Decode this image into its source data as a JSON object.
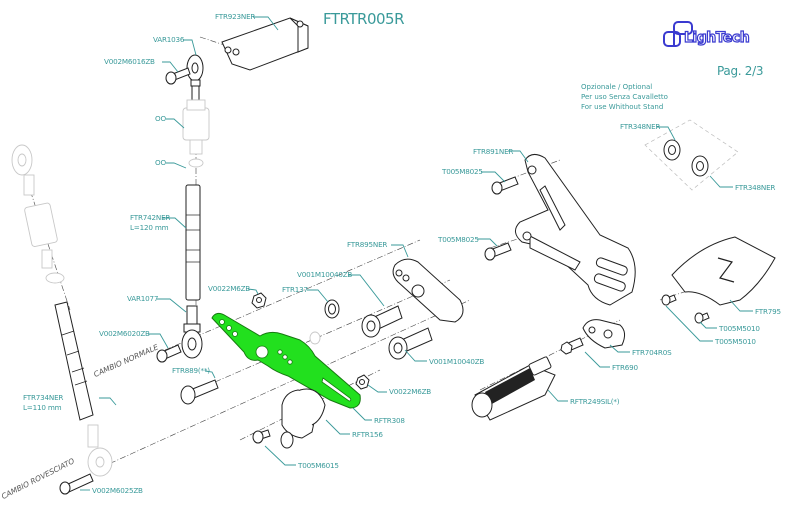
{
  "document": {
    "title": "FTRTR005R",
    "page": "Pag. 2/3",
    "brand": "LighTech",
    "accent_color": "#3a9a9a",
    "highlight_color": "#22dd22",
    "logo_color": "#3a3ad0"
  },
  "optional_note": {
    "line1": "Opzionale / Optional",
    "line2": "Per uso Senza Cavalletto",
    "line3": "For use Whithout Stand"
  },
  "annotations": {
    "normal_shift": "CAMBIO NORMALE",
    "reverse_shift": "CAMBIO ROVESCIATO"
  },
  "labels": {
    "ftr923ner": "FTR923NER",
    "var1036": "VAR1036",
    "v002m6016zb": "V002M6016ZB",
    "oo_1": "OO",
    "oo_2": "OO",
    "ftr742ner": "FTR742NER",
    "ftr742ner_len": "L=120 mm",
    "var1077": "VAR1077",
    "v0022m6zb_1": "V0022M6ZB",
    "v002m6020zb": "V002M6020ZB",
    "ftr889": "FTR889(**)",
    "ftr734ner": "FTR734NER",
    "ftr734ner_len": "L=110 mm",
    "v002m6025zb": "V002M6025ZB",
    "ftr137": "FTR137",
    "v001m10040zb_1": "V001M10040ZB",
    "ftr895ner": "FTR895NER",
    "v001m10040zb_2": "V001M10040ZB",
    "v0022m6zb_2": "V0022M6ZB",
    "rftr308": "RFTR308",
    "rftr156": "RFTR156",
    "t005m6015": "T005M6015",
    "ftr891ner": "FTR891NER",
    "t005m8025_1": "T005M8025",
    "t005m8025_2": "T005M8025",
    "ftr348ner_1": "FTR348NER",
    "ftr348ner_2": "FTR348NER",
    "ftr795": "FTR795",
    "t005m5010_1": "T005M5010",
    "t005m5010_2": "T005M5010",
    "ftr704r0s": "FTR704R0S",
    "ftr690": "FTR690",
    "rftr249sil": "RFTR249SIL(*)"
  }
}
